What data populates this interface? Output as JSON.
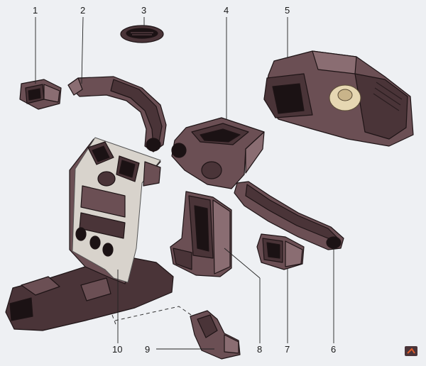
{
  "callouts": [
    {
      "id": "1",
      "label": "1"
    },
    {
      "id": "2",
      "label": "2"
    },
    {
      "id": "3",
      "label": "3"
    },
    {
      "id": "4",
      "label": "4"
    },
    {
      "id": "5",
      "label": "5"
    },
    {
      "id": "6",
      "label": "6"
    },
    {
      "id": "7",
      "label": "7"
    },
    {
      "id": "8",
      "label": "8"
    },
    {
      "id": "9",
      "label": "9"
    },
    {
      "id": "10",
      "label": "10"
    }
  ],
  "colors": {
    "background": "#eef0f3",
    "parts": "#4a3438",
    "console_frame": "#d8d3cc",
    "heater_fan": "#e6d7b2"
  }
}
